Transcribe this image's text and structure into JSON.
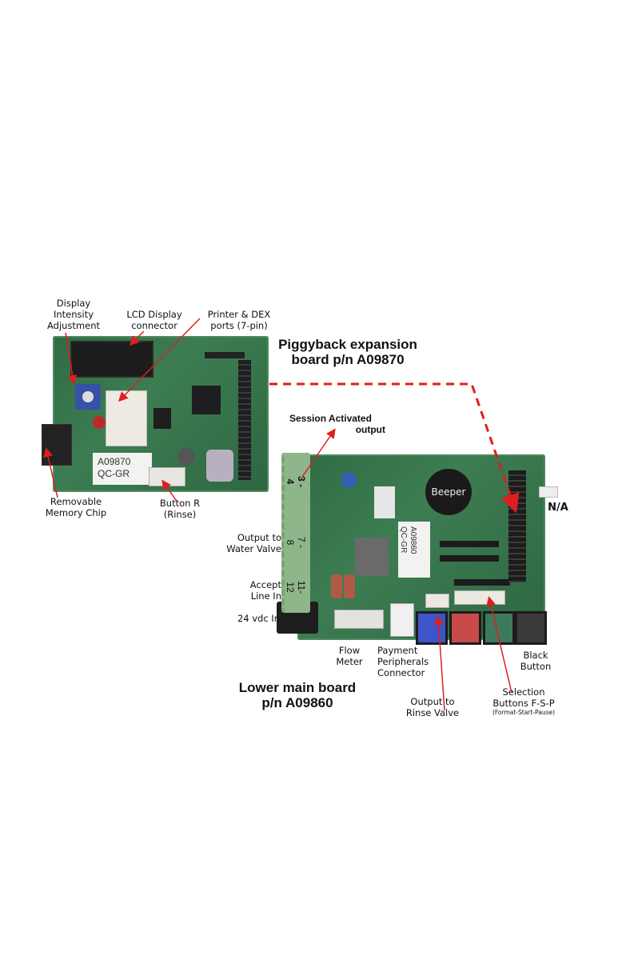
{
  "upper_board": {
    "title_line1": "Piggyback expansion",
    "title_line2": "board  p/n A09870",
    "sticker_line1": "A09870",
    "sticker_line2": "QC-GR",
    "labels": {
      "display_intensity": [
        "Display",
        "Intensity",
        "Adjustment"
      ],
      "lcd_connector": [
        "LCD Display",
        "connector"
      ],
      "printer_dex": [
        "Printer & DEX",
        "ports (7-pin)"
      ],
      "memory_chip": [
        "Removable",
        "Memory Chip"
      ],
      "button_r": [
        "Button R",
        "(Rinse)"
      ]
    }
  },
  "lower_board": {
    "title_line1": "Lower main board",
    "title_line2": "p/n A09860",
    "sticker_line1": "A09860",
    "sticker_line2": "QC-GR",
    "beeper": "Beeper",
    "terminal_numbers": [
      "3 - 4",
      "7 - 8",
      "11-12"
    ],
    "button_colors": [
      "#3d55c8",
      "#c94a4a",
      "#3d7a5c",
      "#3a3a3a"
    ],
    "labels": {
      "session_activated": [
        "Session Activated",
        "output"
      ],
      "water_valve": [
        "Output to",
        "Water Valve"
      ],
      "accept_line": [
        "Accept",
        "Line In"
      ],
      "vdc_in": "24 vdc In",
      "flow_meter": [
        "Flow",
        "Meter"
      ],
      "payment": [
        "Payment",
        "Peripherals",
        "Connector"
      ],
      "rinse_valve": [
        "Output to",
        "Rinse Valve"
      ],
      "selection_buttons": [
        "Selection",
        "Buttons F-S-P"
      ],
      "selection_sub": "(Format-Start-Pause)",
      "black_button": [
        "Black",
        "Button"
      ],
      "na": "N/A"
    }
  },
  "colors": {
    "arrow": "#e01e1e",
    "pcb": "#2f6b43",
    "terminal": "#8fb58a"
  }
}
